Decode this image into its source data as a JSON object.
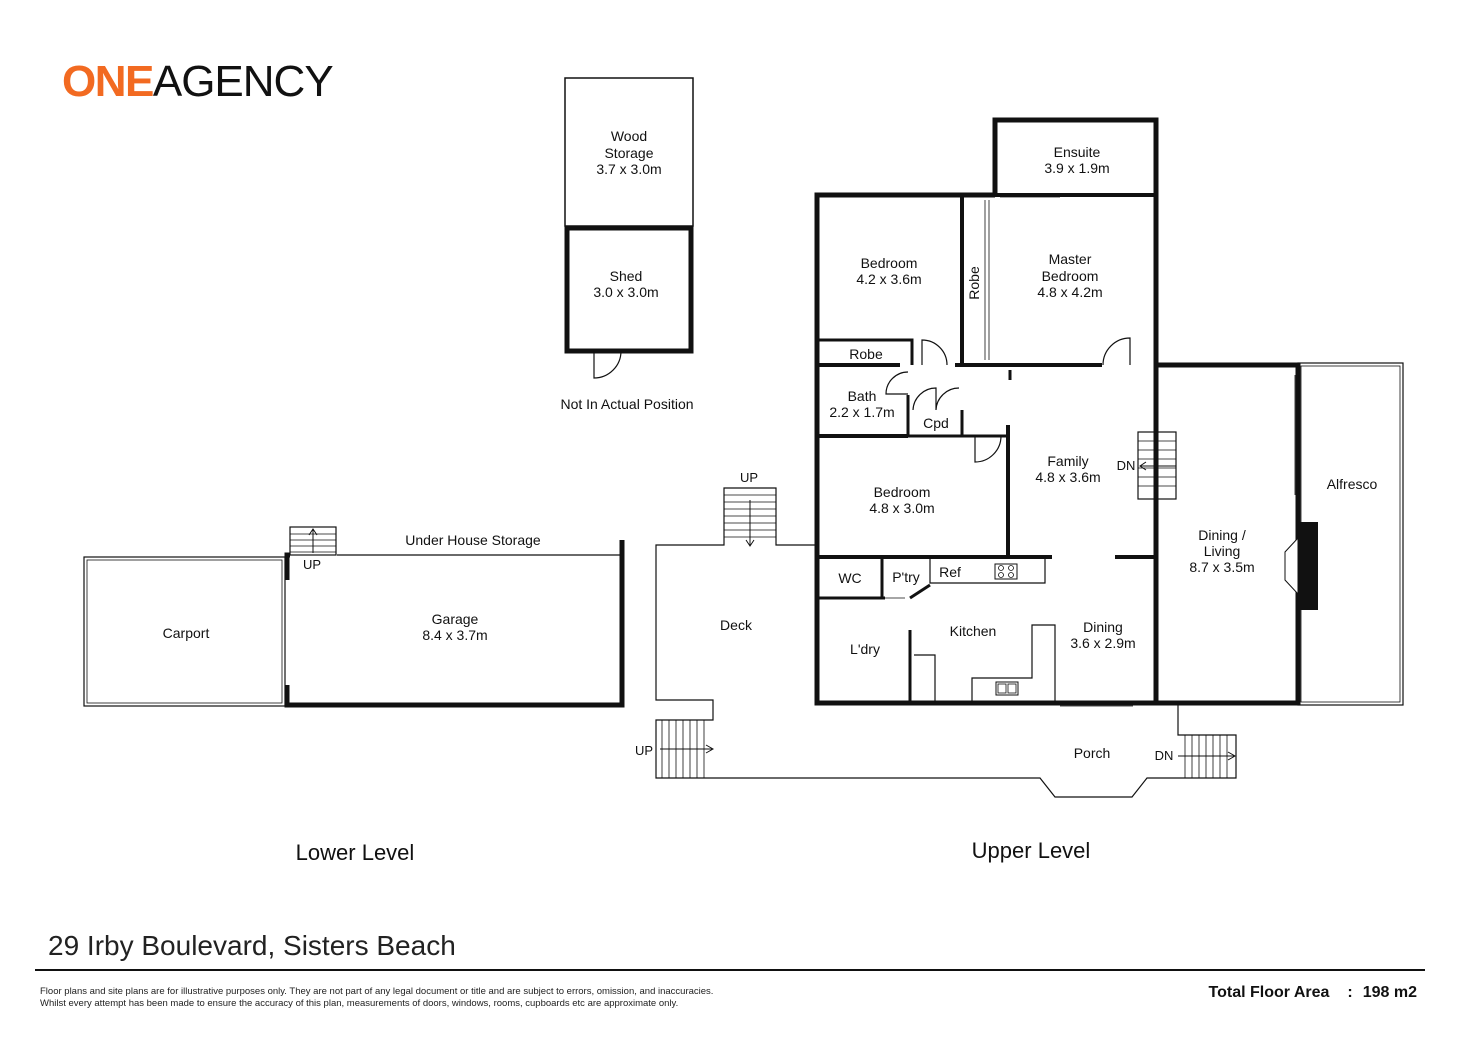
{
  "brand": {
    "one": "ONE",
    "agency": "AGENCY",
    "one_color": "#f26a21"
  },
  "address": "29 Irby Boulevard, Sisters Beach",
  "disclaimer": [
    "Floor plans and site plans are for illustrative purposes only. They are not part of any legal document or title and are subject to errors, omission, and inaccuracies.",
    "Whilst every attempt has been made to ensure the accuracy of this plan, measurements of doors, windows, rooms, cupboards etc are approximate only."
  ],
  "total_area": {
    "label": "Total Floor Area",
    "colon": ":",
    "value": "198 m2"
  },
  "levels": {
    "lower": "Lower Level",
    "upper": "Upper Level"
  },
  "outbuildings": {
    "wood_storage": {
      "name_1": "Wood",
      "name_2": "Storage",
      "size": "3.7 x 3.0m"
    },
    "shed": {
      "name": "Shed",
      "size": "3.0 x 3.0m"
    },
    "note": "Not In Actual Position"
  },
  "lower": {
    "carport": "Carport",
    "garage": {
      "name": "Garage",
      "size": "8.4 x 3.7m"
    },
    "under_house": "Under House Storage",
    "up": "UP"
  },
  "upper": {
    "ensuite": {
      "name": "Ensuite",
      "size": "3.9 x 1.9m"
    },
    "master": {
      "name_1": "Master",
      "name_2": "Bedroom",
      "size": "4.8 x 4.2m"
    },
    "robe_vertical": "Robe",
    "bedroom1": {
      "name": "Bedroom",
      "size": "4.2 x 3.6m"
    },
    "robe": "Robe",
    "bath": {
      "name": "Bath",
      "size": "2.2 x 1.7m"
    },
    "cpd": "Cpd",
    "bedroom2": {
      "name": "Bedroom",
      "size": "4.8 x 3.0m"
    },
    "family": {
      "name": "Family",
      "size": "4.8 x 3.6m"
    },
    "dining_living": {
      "name_1": "Dining /",
      "name_2": "Living",
      "size": "8.7 x 3.5m"
    },
    "alfresco": "Alfresco",
    "wc": "WC",
    "pantry": "P'try",
    "ref": "Ref",
    "kitchen": "Kitchen",
    "laundry": "L'dry",
    "dining": {
      "name": "Dining",
      "size": "3.6 x 2.9m"
    },
    "deck": "Deck",
    "porch": "Porch",
    "up_deck": "UP",
    "up_porch": "UP",
    "dn_porch": "DN",
    "dn_family": "DN"
  }
}
